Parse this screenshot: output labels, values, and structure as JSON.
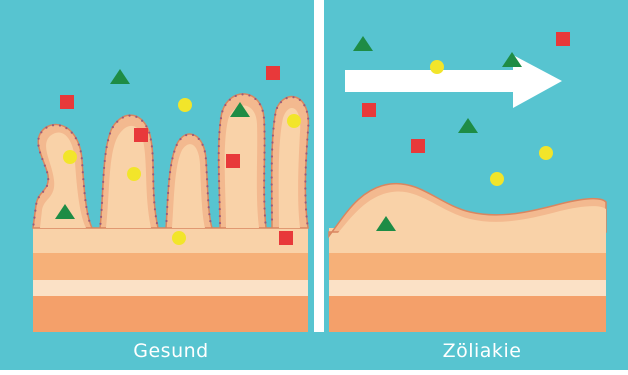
{
  "labels": {
    "healthy": "Gesund",
    "celiac": "Zöliakie"
  },
  "colors": {
    "background": "#57c4d0",
    "lumen_panel": "#59c5d1",
    "epithelium_fill": "#f3b98f",
    "epithelium_stroke": "#d98660",
    "lamina": "#f9d2a8",
    "layer_mid": "#f6b078",
    "layer_light": "#fbe1c6",
    "layer_dark": "#f4a06a",
    "red_square": "#e8393a",
    "yellow_dot": "#f2e52a",
    "green_triangle": "#1e8c45",
    "arrow": "#ffffff"
  },
  "legend_shapes": [
    "red-square",
    "yellow-circle",
    "green-triangle"
  ],
  "icons": {
    "transition": "right-arrow-icon"
  }
}
